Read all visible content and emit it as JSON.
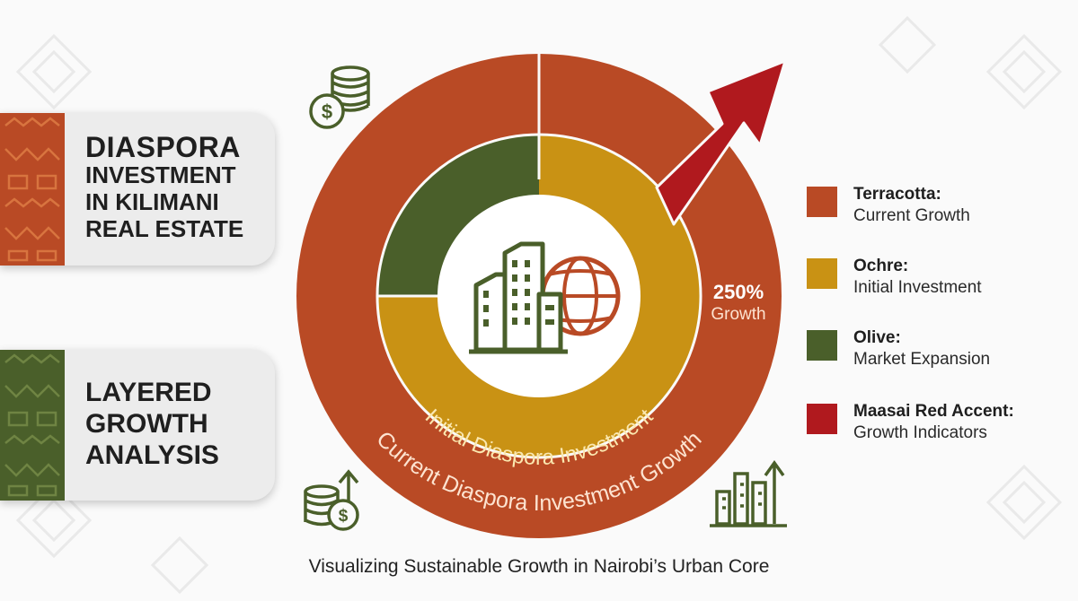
{
  "title_card": {
    "lines": [
      "DIASPORA",
      "INVESTMENT",
      "IN KILIMANI",
      "REAL ESTATE"
    ]
  },
  "subtitle_card": {
    "lines": [
      "LAYERED",
      "GROWTH",
      "ANALYSIS"
    ]
  },
  "diagram": {
    "outer_ring_label": "Current Diaspora Investment Growth",
    "inner_ring_label": "Initial Diaspora Investment",
    "growth_value": "250%",
    "growth_label": "Growth",
    "center_icon": "city-buildings-globe-icon",
    "corner_icons": [
      "coin-stack-dollar-icon",
      "coins-up-arrow-icon",
      "bar-chart-up-arrow-icon"
    ],
    "growth_arrow_icon": "up-right-arrow-icon"
  },
  "legend": [
    {
      "title": "Terracotta:",
      "desc": "Current Growth",
      "color": "#b94a25"
    },
    {
      "title": "Ochre:",
      "desc": "Initial Investment",
      "color": "#c99214"
    },
    {
      "title": "Olive:",
      "desc": "Market Expansion",
      "color": "#4a5f2a"
    },
    {
      "title": "Maasai Red Accent:",
      "desc": "Growth Indicators",
      "color": "#b0191e"
    }
  ],
  "footer": "Visualizing Sustainable Growth in Nairobi’s Urban Core"
}
